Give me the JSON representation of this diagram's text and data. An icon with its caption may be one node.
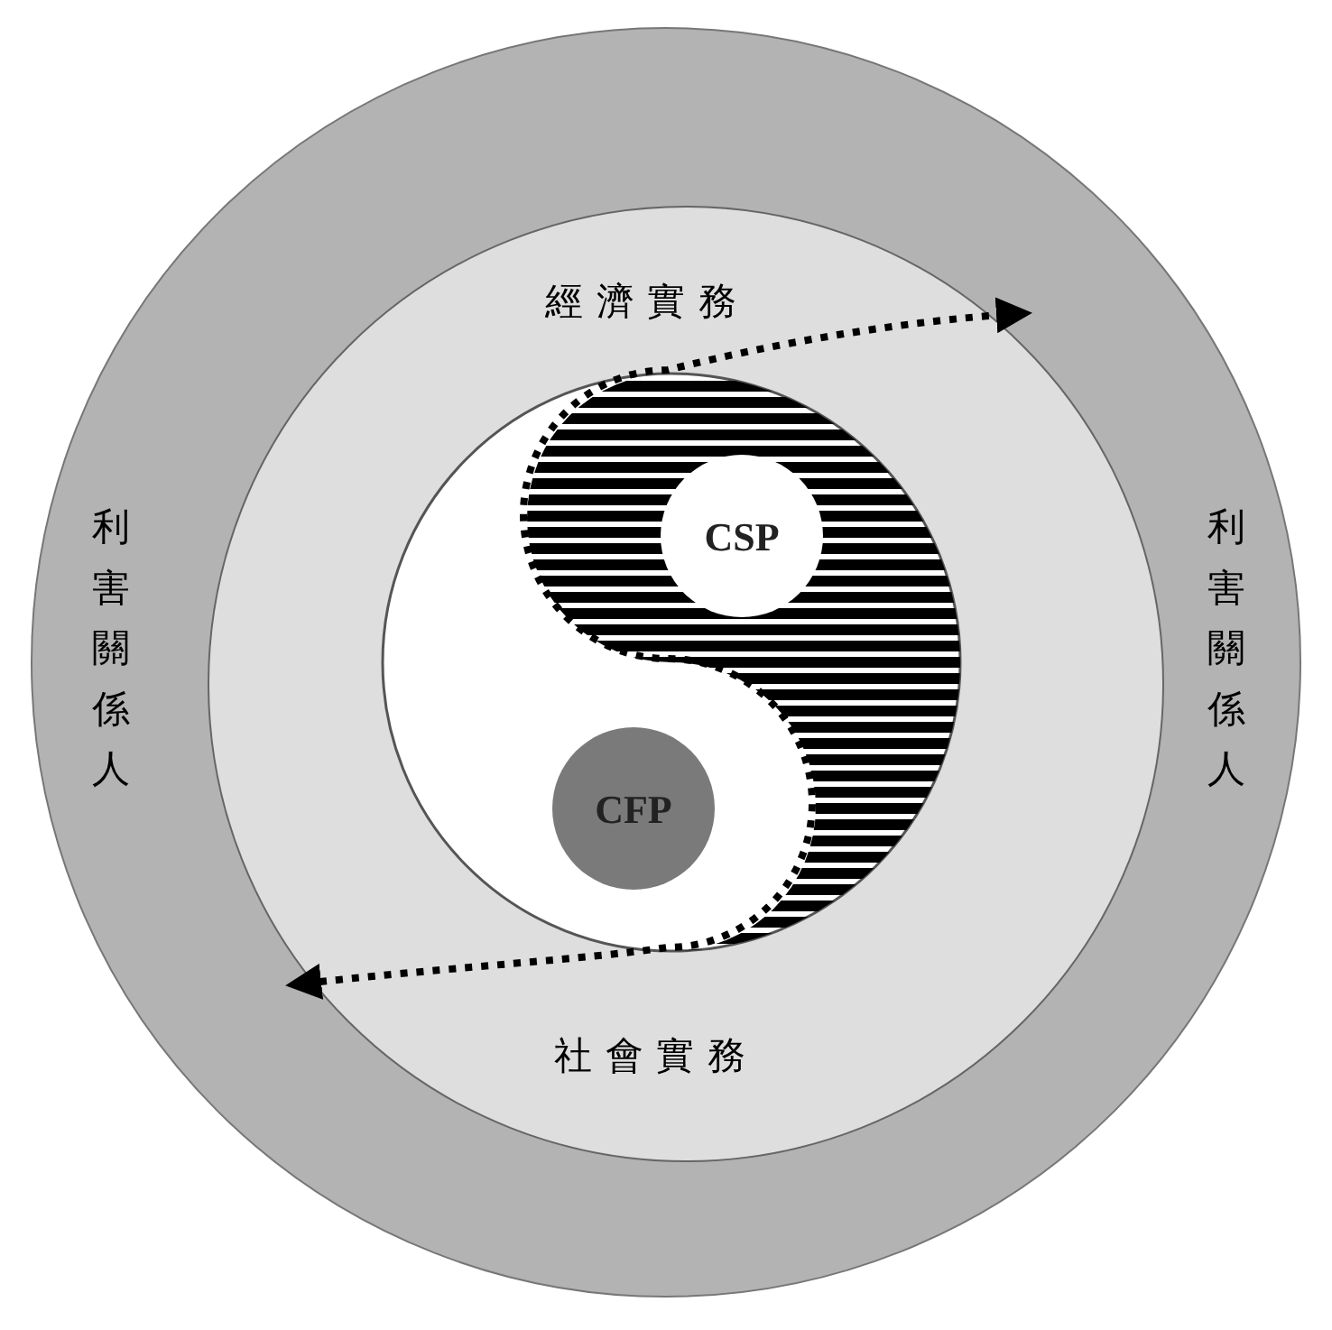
{
  "diagram": {
    "nodes": [
      {
        "text": [
          "利害關係人",
          "利害關係人"
        ]
      },
      {
        "text": [
          "經濟實務",
          "社會實務"
        ],
        "in": 0
      },
      {
        "text": [
          "CSP"
        ],
        "in": 1
      },
      {
        "text": [
          "CFP"
        ],
        "in": 1
      }
    ]
  }
}
